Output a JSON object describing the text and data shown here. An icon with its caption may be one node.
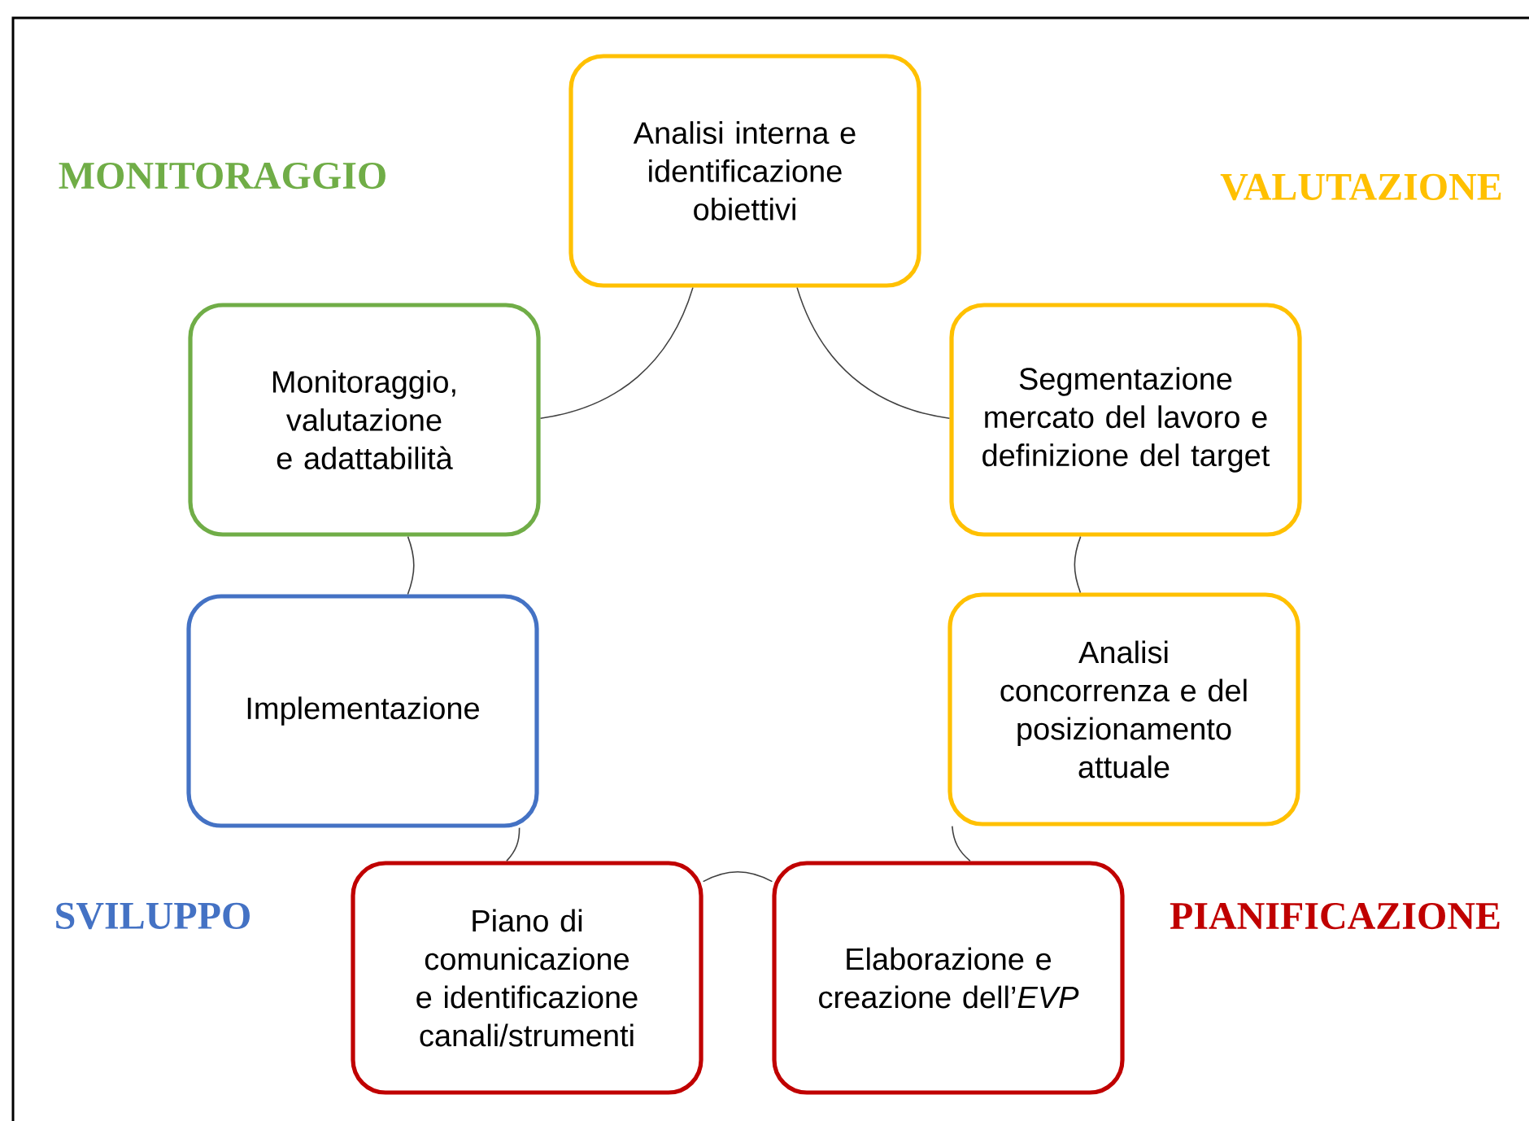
{
  "diagram": {
    "nodes": [
      {
        "text": [
          "Analisi interna e identificazione obiettivi"
        ]
      },
      {
        "text": [
          "Segmentazione mercato del lavoro e definizione del target"
        ]
      },
      {
        "text": [
          "Analisi concorrenza e del posizionamento attuale"
        ]
      },
      {
        "text": [
          "Elaborazione e creazione dell’*EVP*"
        ]
      },
      {
        "text": [
          "Piano di comunicazione e identificazione canali/strumenti"
        ]
      },
      {
        "text": [
          "Implementazione"
        ]
      },
      {
        "text": [
          "Monitoraggio, valutazione e adattabilità"
        ]
      }
    ],
    "edges": [
      {
        "from": 0,
        "to": 1,
        "arrow": "none"
      },
      {
        "from": 1,
        "to": 2,
        "arrow": "none"
      },
      {
        "from": 2,
        "to": 3,
        "arrow": "none"
      },
      {
        "from": 3,
        "to": 4,
        "arrow": "none"
      },
      {
        "from": 4,
        "to": 5,
        "arrow": "none"
      },
      {
        "from": 5,
        "to": 6,
        "arrow": "none"
      },
      {
        "from": 6,
        "to": 0,
        "arrow": "none"
      }
    ],
    "labels": [
      "MONITORAGGIO",
      "VALUTAZIONE",
      "SVILUPPO",
      "PIANIFICAZIONE"
    ]
  }
}
